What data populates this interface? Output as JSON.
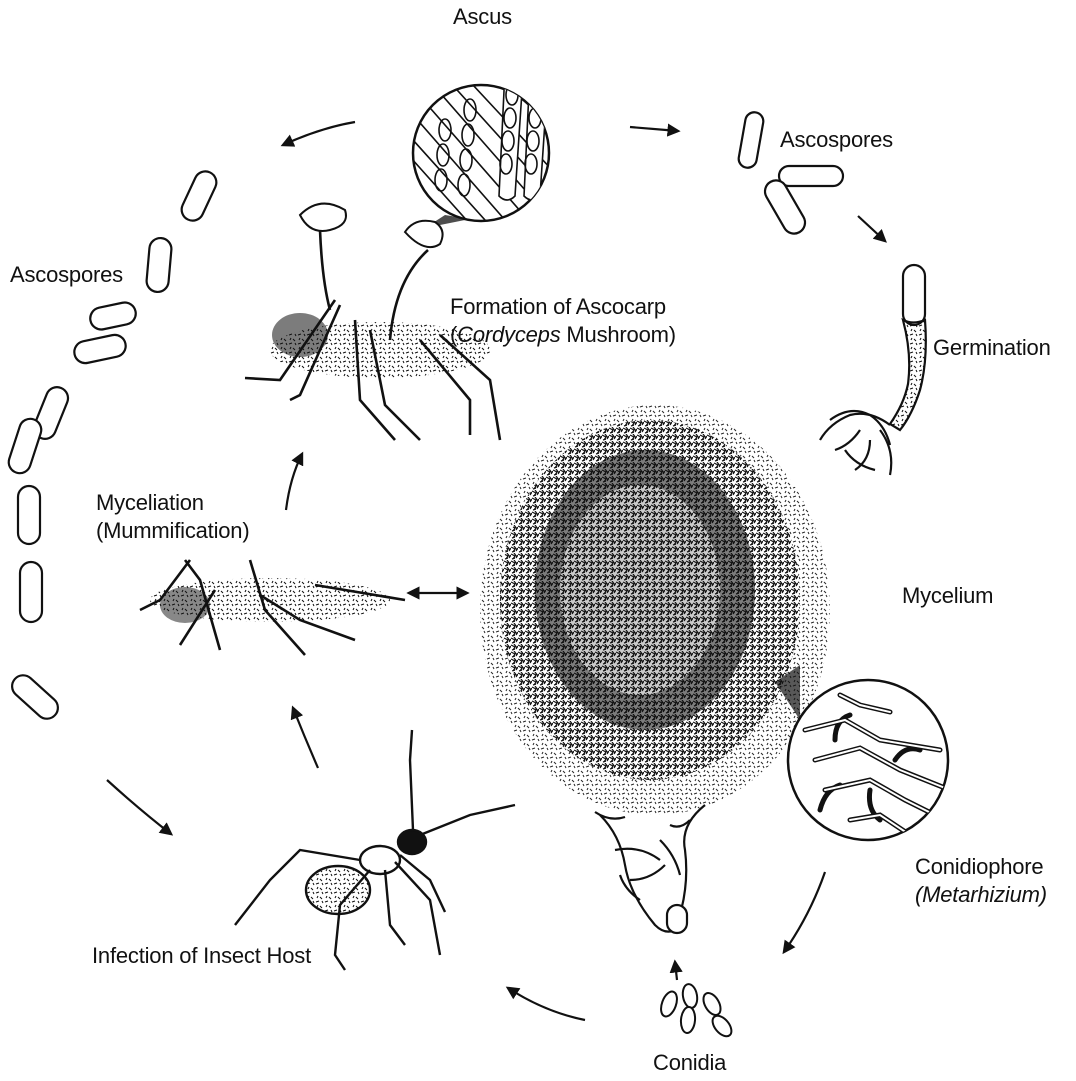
{
  "labels": {
    "ascus": "Ascus",
    "ascospores_right": "Ascospores",
    "ascospores_left": "Ascospores",
    "ascocarp_line1": "Formation of Ascocarp",
    "ascocarp_line2_open": "(",
    "ascocarp_line2_italic": "Cordyceps",
    "ascocarp_line2_rest": " Mushroom)",
    "germination": "Germination",
    "myceliation_line1": "Myceliation",
    "myceliation_line2": "(Mummification)",
    "mycelium": "Mycelium",
    "conidiophore_line1": "Conidiophore",
    "conidiophore_line2": "(Metarhizium)",
    "infection": "Infection of Insect Host",
    "conidia": "Conidia"
  },
  "colors": {
    "ink": "#111111",
    "paper": "#ffffff"
  },
  "icons": {
    "arrow": "curved-arrow-icon",
    "double_arrow": "double-headed-arrow-icon"
  }
}
